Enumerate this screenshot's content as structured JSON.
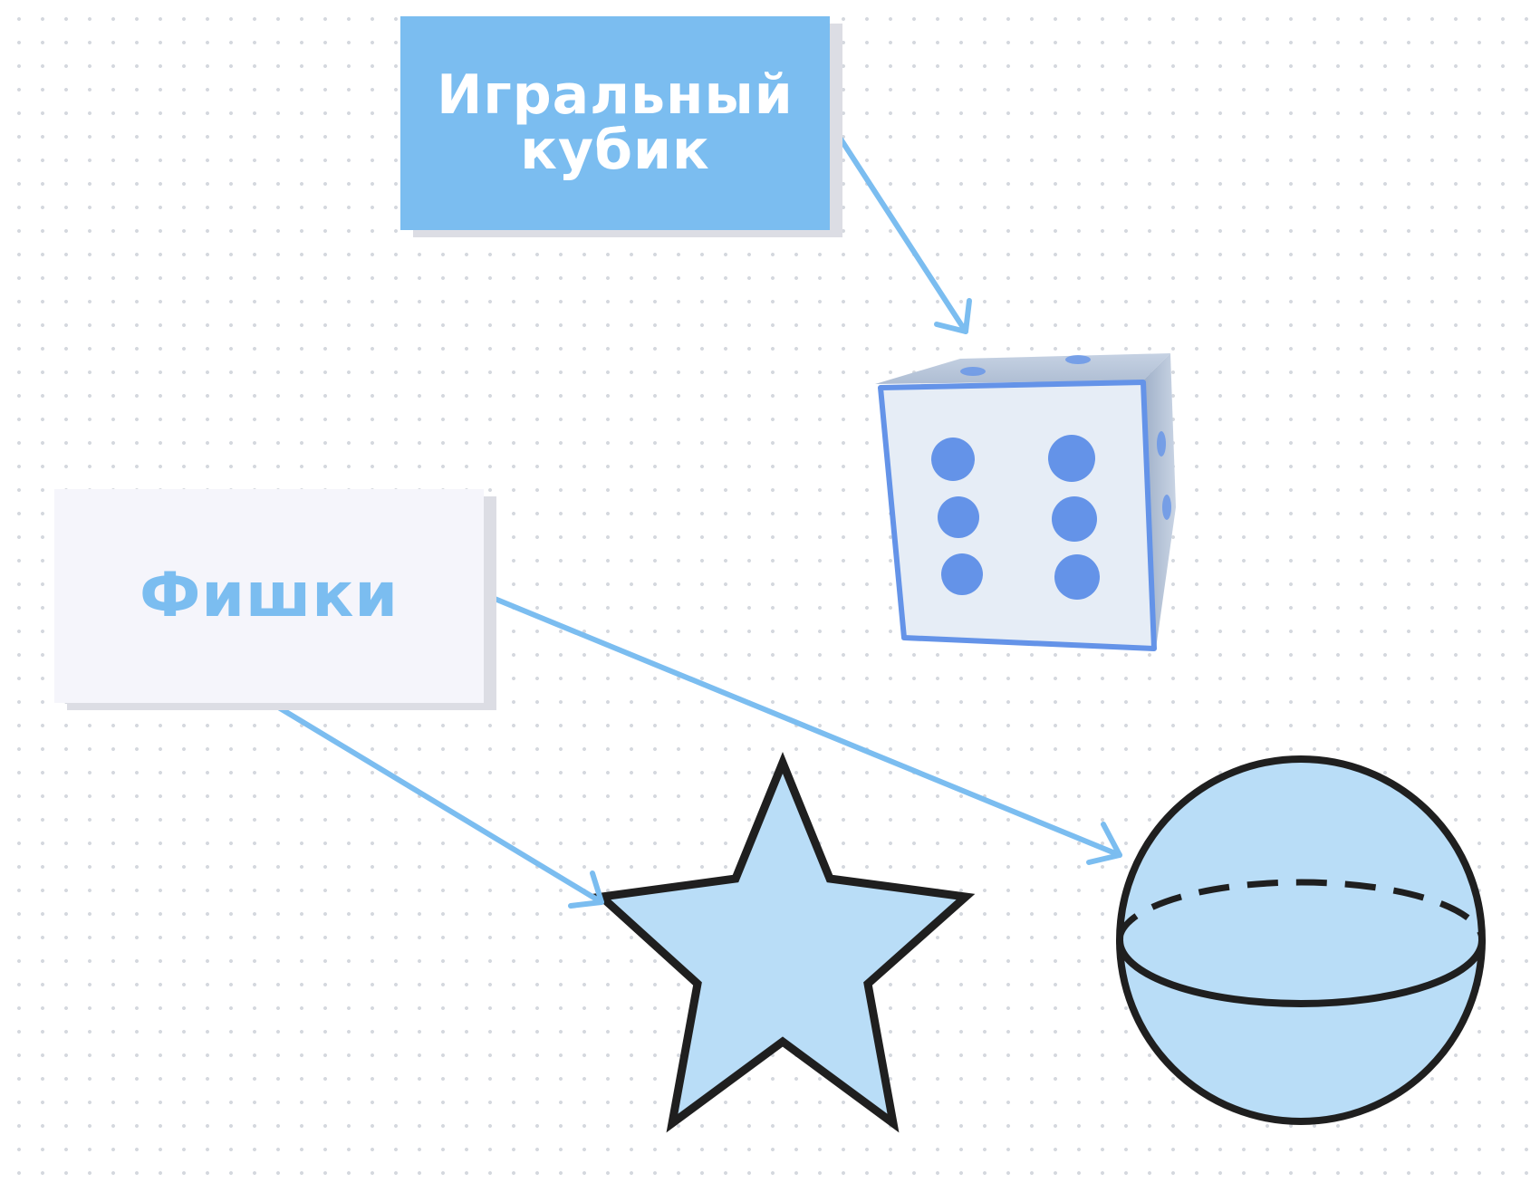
{
  "diagram": {
    "nodes": {
      "dice_label": "Игральный\nкубик",
      "chips_label": "Фишки"
    },
    "shapes": {
      "die_pips": 6,
      "star": "star",
      "sphere": "sphere"
    },
    "colors": {
      "accent": "#7bbdf0",
      "die_pip": "#6493e8",
      "die_face": "#e6edf6",
      "shape_fill": "#b9ddf7",
      "outline": "#1f1f1f",
      "arrow": "#7bbdf0"
    }
  }
}
